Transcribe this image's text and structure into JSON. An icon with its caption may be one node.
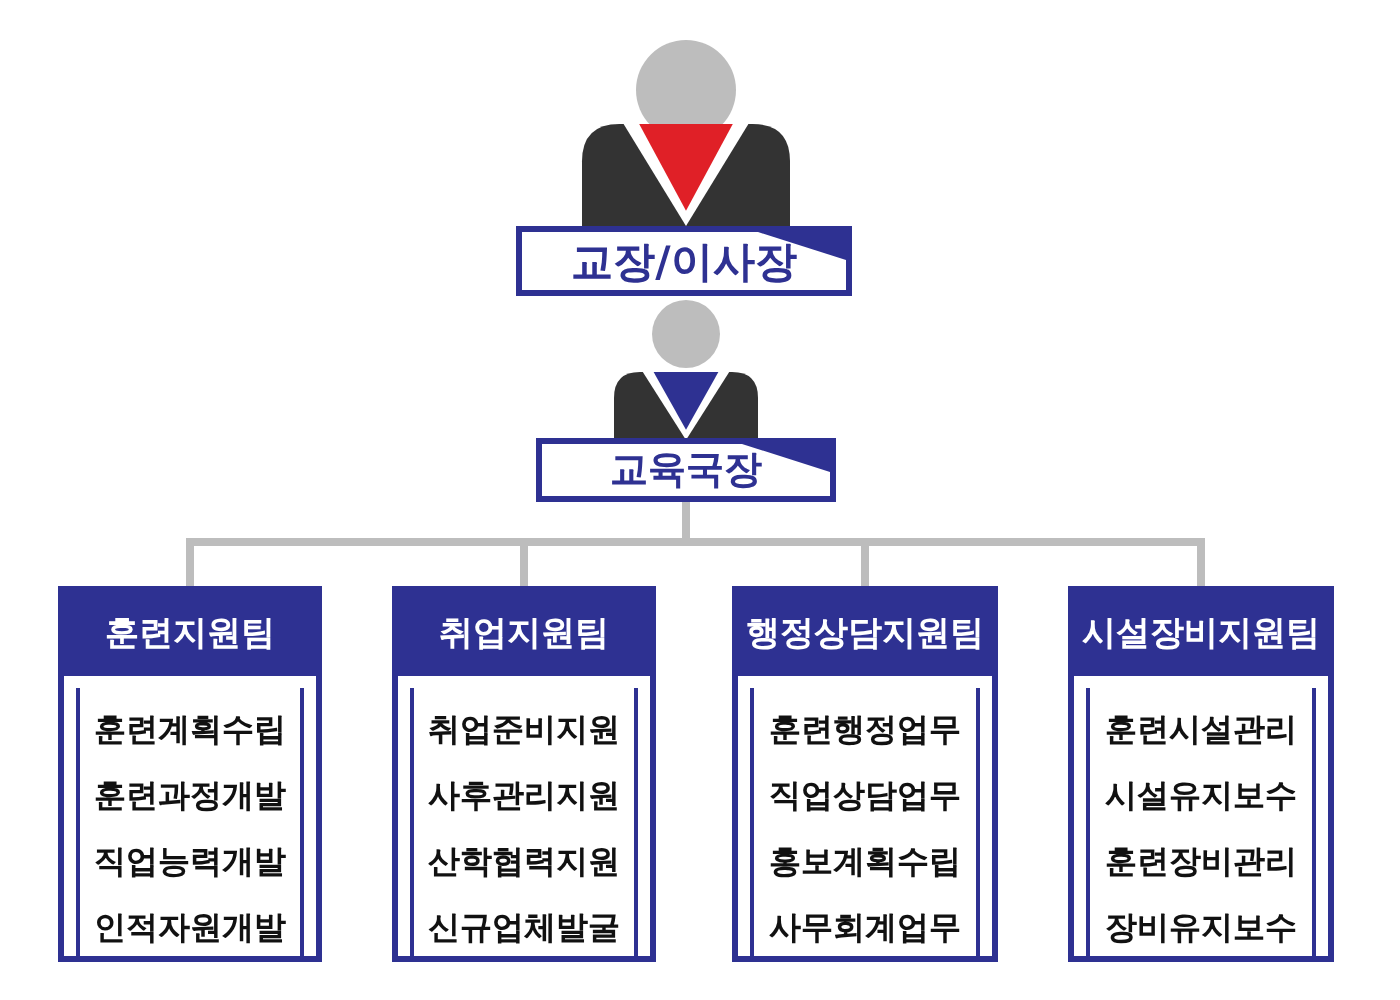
{
  "diagram": {
    "nodes": [
      {
        "text": [
          "교장/이사장"
        ]
      },
      {
        "text": [
          "교육국장"
        ]
      },
      {
        "text": [
          "훈련지원팀",
          "훈련계획수립",
          "훈련과정개발",
          "직업능력개발",
          "인적자원개발"
        ]
      },
      {
        "text": [
          "취업지원팀",
          "취업준비지원",
          "사후관리지원",
          "산학협력지원",
          "신규업체발굴"
        ]
      },
      {
        "text": [
          "행정상담지원팀",
          "훈련행정업무",
          "직업상담업무",
          "홍보계획수립",
          "사무회계업무"
        ]
      },
      {
        "text": [
          "시설장비지원팀",
          "훈련시설관리",
          "시설유지보수",
          "훈련장비관리",
          "장비유지보수"
        ]
      }
    ],
    "edges": [
      {
        "from": 1,
        "to": 2,
        "arrow": "none"
      },
      {
        "from": 1,
        "to": 3,
        "arrow": "none"
      },
      {
        "from": 1,
        "to": 4,
        "arrow": "none"
      },
      {
        "from": 1,
        "to": 5,
        "arrow": "none"
      }
    ]
  }
}
